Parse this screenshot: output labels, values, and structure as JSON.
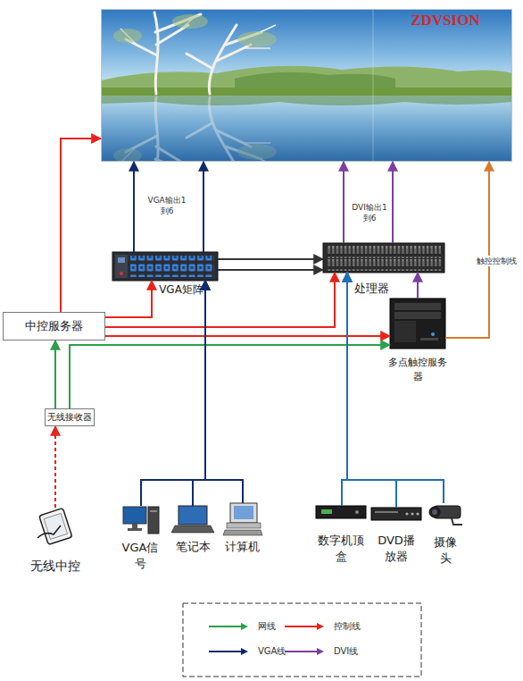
{
  "diagram": {
    "nodes": [
      {
        "text": [
          "ZDVSION"
        ]
      },
      {
        "text": [
          "VGA矩阵"
        ]
      },
      {
        "text": [
          "处理器"
        ]
      },
      {
        "text": [
          "中控服务器"
        ]
      },
      {
        "text": [
          "多点触控服务 器"
        ]
      },
      {
        "text": [
          "无线接收器"
        ]
      },
      {
        "text": [
          "无线中控"
        ]
      },
      {
        "text": [
          "VGA信 号"
        ]
      },
      {
        "text": [
          "笔记本"
        ]
      },
      {
        "text": [
          "计算机"
        ]
      },
      {
        "text": [
          "数字机顶 盒"
        ]
      },
      {
        "text": [
          "DVD播 放器"
        ]
      },
      {
        "text": [
          "摄像 头"
        ]
      }
    ],
    "edges": [
      {
        "from": 3,
        "to": 0,
        "arrow": "to"
      },
      {
        "from": 3,
        "to": 1,
        "arrow": "to"
      },
      {
        "from": 3,
        "to": 2,
        "arrow": "to"
      },
      {
        "from": 3,
        "to": 4,
        "arrow": "to"
      },
      {
        "from": 1,
        "to": 0,
        "label": "VGA输出1 到6",
        "arrow": "to"
      },
      {
        "from": 1,
        "to": 0,
        "arrow": "to"
      },
      {
        "from": 1,
        "to": 2,
        "arrow": "to"
      },
      {
        "from": 1,
        "to": 2,
        "arrow": "to"
      },
      {
        "from": 2,
        "to": 0,
        "label": "DVI输出1 到6",
        "arrow": "to"
      },
      {
        "from": 2,
        "to": 0,
        "arrow": "to"
      },
      {
        "from": 4,
        "to": 0,
        "label": "触控控制线",
        "arrow": "to"
      },
      {
        "from": 4,
        "to": 2,
        "arrow": "to"
      },
      {
        "from": 5,
        "to": 3,
        "arrow": "to"
      },
      {
        "from": 5,
        "to": 4,
        "arrow": "to"
      },
      {
        "from": 6,
        "to": 5,
        "arrow": "to"
      },
      {
        "from": 7,
        "to": 1,
        "arrow": "to"
      },
      {
        "from": 8,
        "to": 1,
        "arrow": "to"
      },
      {
        "from": 9,
        "to": 1,
        "arrow": "to"
      },
      {
        "from": 10,
        "to": 2,
        "arrow": "to"
      },
      {
        "from": 11,
        "to": 2,
        "arrow": "to"
      },
      {
        "from": 12,
        "to": 2,
        "arrow": "to"
      }
    ],
    "legend": [
      {
        "text": "网线"
      },
      {
        "text": "控制线"
      },
      {
        "text": "VGA线"
      },
      {
        "text": "DVI线"
      }
    ]
  }
}
